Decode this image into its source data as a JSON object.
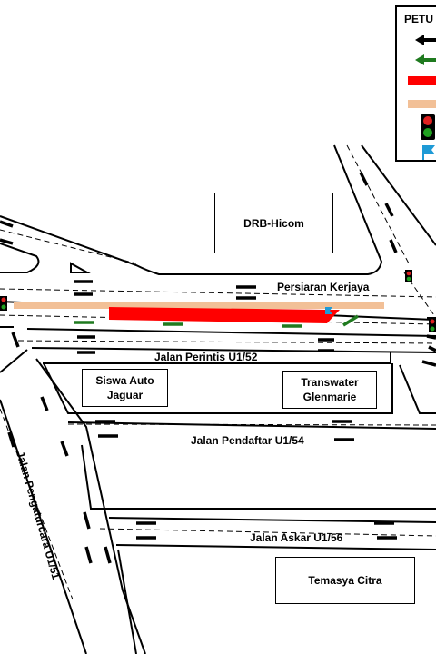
{
  "legend": {
    "title": "PETU"
  },
  "labels": {
    "drb_hicom": "DRB-Hicom",
    "persiaran_kerjaya": "Persiaran Kerjaya",
    "jalan_perintis": "Jalan Perintis U1/52",
    "siswa_auto_line1": "Siswa Auto",
    "siswa_auto_line2": "Jaguar",
    "transwater_line1": "Transwater",
    "transwater_line2": "Glenmarie",
    "jalan_pendaftar": "Jalan Pendaftar U1/54",
    "jalan_pengaturcara": "Jalan Pengaturcara U1/51",
    "jalan_askar": "Jalan Askar U1/56",
    "temasya_citra": "Temasya Citra"
  },
  "colors": {
    "arrow_black": "#000000",
    "arrow_green": "#1f7a1f",
    "closure_red": "#ff0000",
    "diversion_tan": "#f2c097",
    "flag_blue": "#1e9ad6",
    "signal_red": "#e02020",
    "signal_green": "#20a020"
  },
  "icons": [
    "black-arrow-icon",
    "green-arrow-icon",
    "red-bar-icon",
    "tan-bar-icon",
    "traffic-light-icon",
    "flag-icon"
  ]
}
